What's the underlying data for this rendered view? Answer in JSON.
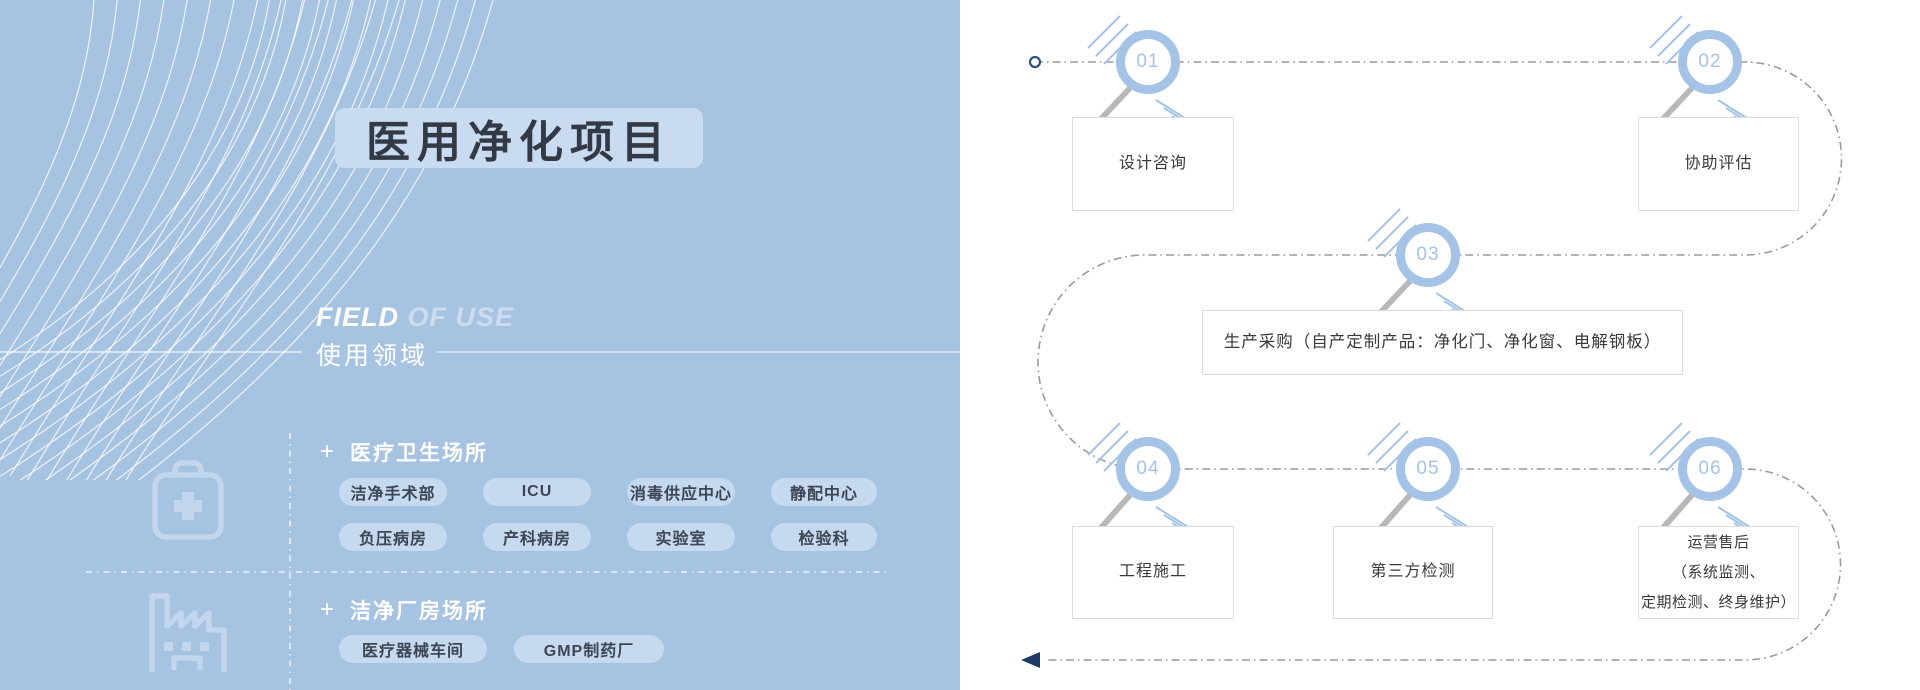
{
  "left_panel": {
    "title": "医用净化项目",
    "field_en_bold": "FIELD",
    "field_en_rest": "OF USE",
    "field_cn": "使用领域",
    "groups": [
      {
        "plus": "+",
        "header": "医疗卫生场所",
        "icon": "first-aid-kit-icon",
        "pills": [
          "洁净手术部",
          "ICU",
          "消毒供应中心",
          "静配中心",
          "负压病房",
          "产科病房",
          "实验室",
          "检验科"
        ]
      },
      {
        "plus": "+",
        "header": "洁净厂房场所",
        "icon": "factory-icon",
        "pills": [
          "医疗器械车间",
          "GMP制药厂"
        ]
      }
    ]
  },
  "flowchart": {
    "steps": [
      {
        "number": "01",
        "lines": [
          "设计咨询"
        ]
      },
      {
        "number": "02",
        "lines": [
          "协助评估"
        ]
      },
      {
        "number": "03",
        "lines": [
          "生产采购（自产定制产品：净化门、净化窗、电解钢板）"
        ]
      },
      {
        "number": "04",
        "lines": [
          "工程施工"
        ]
      },
      {
        "number": "05",
        "lines": [
          "第三方检测"
        ]
      },
      {
        "number": "06",
        "lines": [
          "运营售后",
          "（系统监测、",
          "定期检测、终身维护）"
        ]
      }
    ]
  },
  "colors": {
    "panel_blue": "#a7c3e2",
    "title_bg": "#c9dbf1",
    "pill_bg": "#c5d9ef",
    "accent_ring": "#a5c3e7",
    "flow_dash_gray": "#9a9a9a",
    "arrow_navy": "#1d3a66",
    "box_border": "#dcdcdc"
  }
}
